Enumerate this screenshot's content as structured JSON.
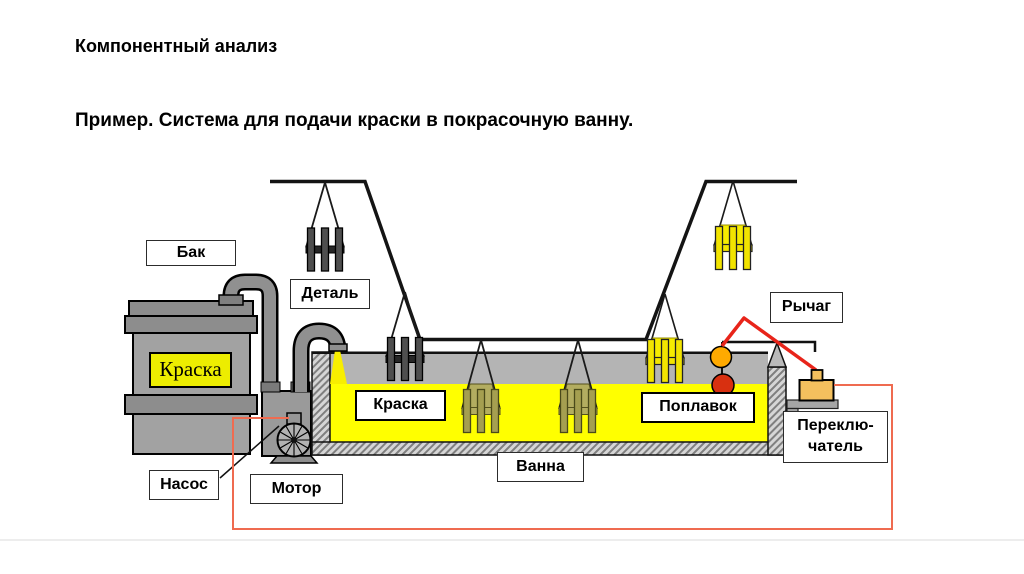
{
  "slide": {
    "title": "Компонентный анализ",
    "subtitle": "Пример. Система для подачи краски в покрасочную ванну."
  },
  "labels": {
    "tank": "Бак",
    "part": "Деталь",
    "paint_barrel": "Краска",
    "paint_bath": "Краска",
    "pump": "Насос",
    "motor": "Мотор",
    "bath": "Ванна",
    "float": "Поплавок",
    "lever": "Рычаг",
    "switch": "Переклю-\nчатель"
  },
  "colors": {
    "paint_yellow": "#ffff00",
    "pour_yellow": "#f8ee00",
    "bath_gray_zone": "#b4b4b4",
    "metal_gray": "#a2a2a2",
    "part_unpainted": "#4f4f4f",
    "part_in_paint": "#b3ad60",
    "part_painted": "#f2e400",
    "float_upper": "#ffaa00",
    "float_lower": "#d83010",
    "lever_red": "#e8241a",
    "wire_red": "#ef6b50",
    "switch_tan": "#f4c05e"
  }
}
